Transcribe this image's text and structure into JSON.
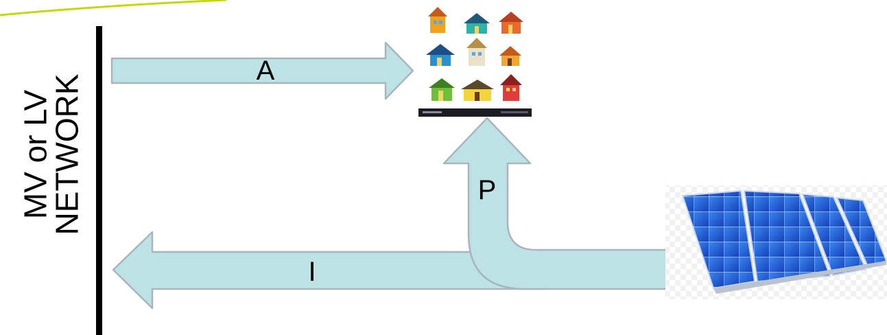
{
  "network": {
    "line1": "MV or LV",
    "line2": "NETWORK"
  },
  "arrows": {
    "a_label": "A",
    "p_label": "P",
    "i_label": "I"
  },
  "colors": {
    "arrow_fill": "#bde2e5",
    "arrow_stroke": "#a9b5bd",
    "bus_bar": "#000000",
    "accent_line": "#c3d80f",
    "panel_blue": "#1f5fd4"
  },
  "icons": {
    "houses": "houses-icon",
    "solar_panel": "solar-panel-icon"
  }
}
